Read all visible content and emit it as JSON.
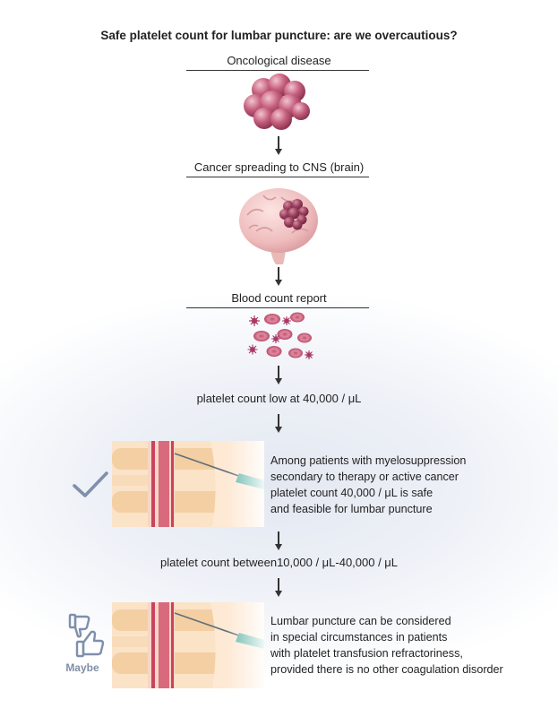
{
  "title": "Safe platelet count for lumbar puncture:  are we overcautious?",
  "steps": {
    "disease": "Oncological disease",
    "spread": "Cancer spreading to CNS (brain)",
    "report": "Blood count report",
    "low_count": "platelet count low at 40,000 / μL",
    "between_count": "platelet count between10,000 / μL-40,000 / μL"
  },
  "safe_text": [
    "Among patients with myelosuppression",
    "secondary to therapy or active cancer",
    "platelet count 40,000 / μL is safe",
    "and feasible for lumbar puncture"
  ],
  "maybe_text": [
    "Lumbar puncture can be considered",
    "in special circumstances in patients",
    "with platelet transfusion refractoriness,",
    "provided there is no other coagulation disorder"
  ],
  "maybe_label": "Maybe",
  "icons": {
    "check": "checkmark-icon",
    "thumbs": "thumbs-up-down-icon"
  },
  "colors": {
    "cell": "#b8506e",
    "brain": "#f2c4c4",
    "spine_bone": "#f4d2a8",
    "cord": "#c8415a",
    "needle": "#5fb5a8",
    "check": "#7e90ab"
  }
}
